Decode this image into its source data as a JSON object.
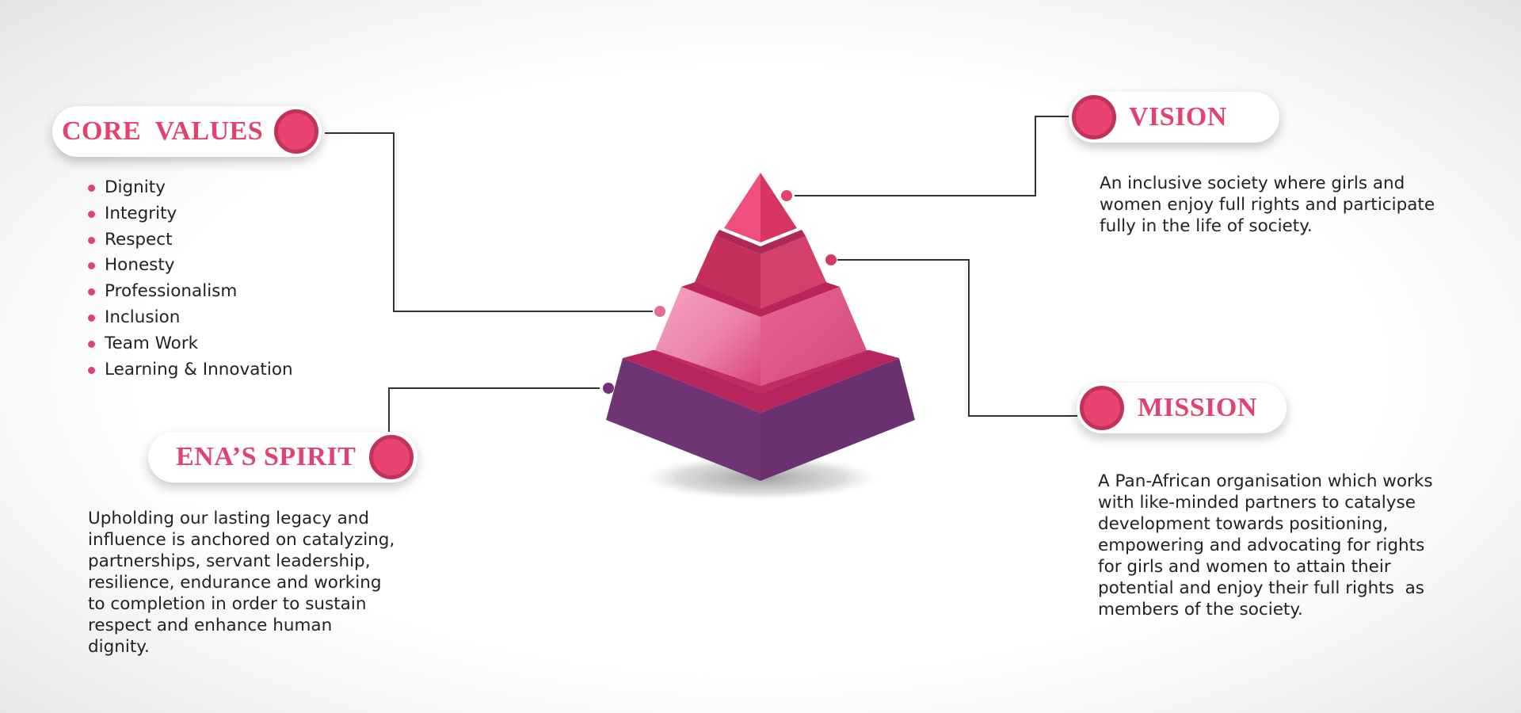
{
  "core_values": {
    "title": "CORE  VALUES",
    "items": [
      "Dignity",
      "Integrity",
      "Respect",
      "Honesty",
      "Professionalism",
      "Inclusion",
      "Team Work",
      "Learning & Innovation"
    ]
  },
  "vision": {
    "title": "VISION",
    "lines": [
      "An inclusive society where girls and",
      "women enjoy full rights and participate",
      "fully in the life of society."
    ]
  },
  "mission": {
    "title": "MISSION",
    "lines": [
      "A Pan-African organisation which works",
      "with like-minded partners to catalyse",
      "development towards positioning,",
      "empowering and advocating for rights",
      "for girls and women to attain their",
      "potential and enjoy their full rights  as",
      "members of the society."
    ]
  },
  "spirit": {
    "title": "ENA’S SPIRIT",
    "lines": [
      "Upholding our lasting legacy and",
      "influence is anchored on catalyzing,",
      "partnerships, servant leadership,",
      "resilience, endurance and working",
      "to completion in order to sustain",
      "respect and enhance human",
      "dignity."
    ]
  },
  "colors": {
    "accent": "#e2426f",
    "accent_dark": "#c2325a",
    "pyramid_top": "#e73e6c",
    "pyramid_second": "#c5305a",
    "pyramid_third": "#e05585",
    "pyramid_base": "#6f3474",
    "connector": "#333333",
    "text": "#222222"
  },
  "icons": [
    "pyramid-diagram",
    "circle-marker-icon",
    "bullet-dot-icon"
  ]
}
